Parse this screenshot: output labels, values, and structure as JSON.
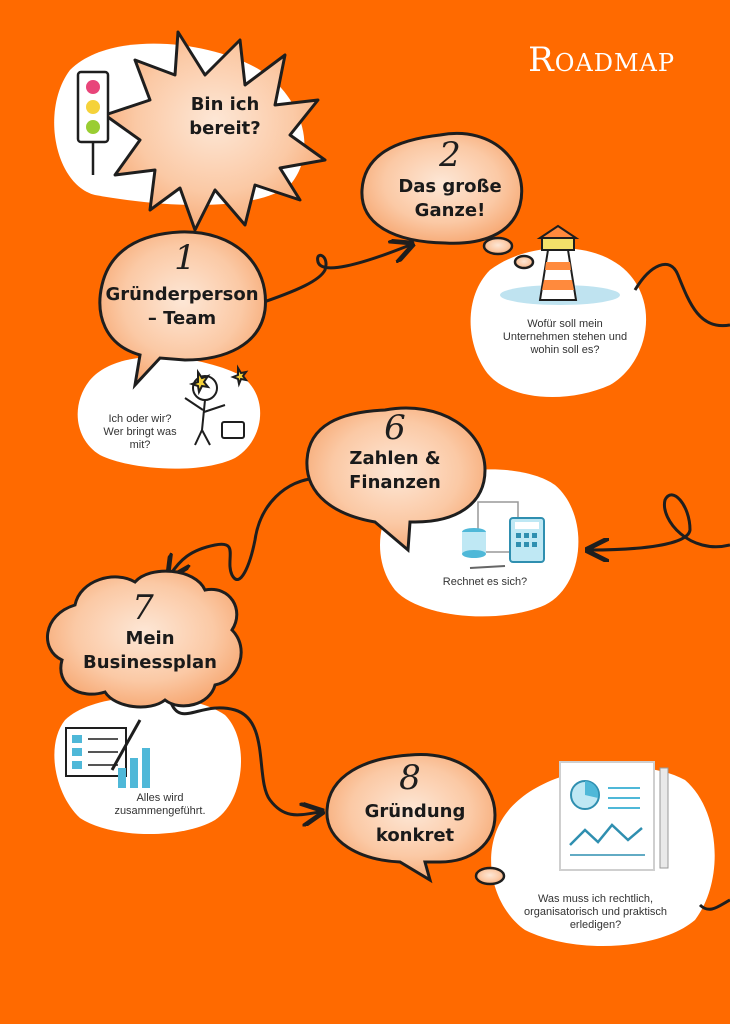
{
  "title": "Roadmap",
  "steps": [
    {
      "title": "Bin ich bereit?",
      "caption": ""
    },
    {
      "number": "1",
      "title": "Gründerperson – Team",
      "caption": "Ich oder wir? Wer bringt was mit?"
    },
    {
      "number": "2",
      "title": "Das große Ganze!",
      "caption": "Wofür soll mein Unternehmen stehen und wohin soll es?"
    },
    {
      "number": "6",
      "title": "Zahlen & Finanzen",
      "caption": "Rechnet es sich?"
    },
    {
      "number": "7",
      "title": "Mein Businessplan",
      "caption": "Alles wird zusammengeführt."
    },
    {
      "number": "8",
      "title": "Gründung konkret",
      "caption": "Was muss ich rechtlich, organisatorisch und praktisch erledigen?"
    }
  ],
  "colors": {
    "background": "#ff6a00",
    "bubble": "#fbbf95",
    "blob": "#ffffff",
    "ink": "#1e1e1e",
    "accent_blue": "#4fb8d8"
  },
  "icons": [
    "traffic-light-icon",
    "person-icon",
    "lighthouse-icon",
    "calculator-icon",
    "document-chart-icon",
    "clipboard-chart-icon"
  ]
}
